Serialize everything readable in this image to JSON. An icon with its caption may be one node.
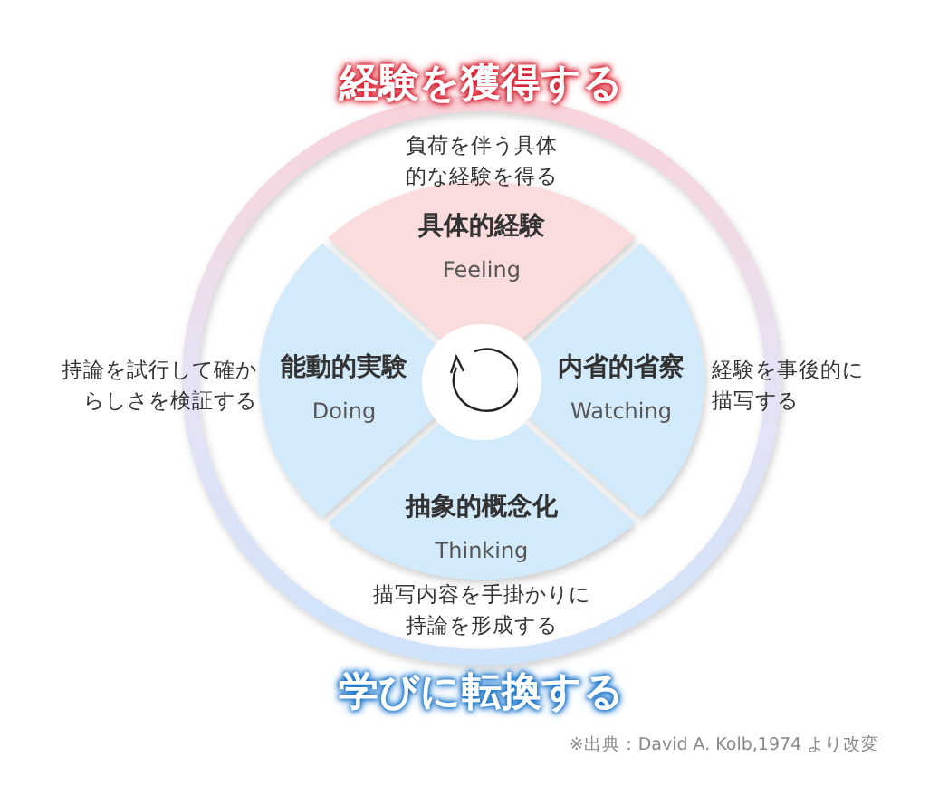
{
  "diagram": {
    "nodes": [
      {
        "text": [
          "具体的経験",
          "Feeling"
        ]
      },
      {
        "text": [
          "能動的実験",
          "Doing"
        ]
      },
      {
        "text": [
          "内省的省察",
          "Watching"
        ]
      },
      {
        "text": [
          "抽象的概念化",
          "Thinking"
        ]
      },
      {
        "text": [],
        "shape": "circle"
      }
    ],
    "labels": [
      "経験を獲得する",
      "負荷を伴う具体的な経験を得る",
      "持論を試行して確からしさを検証する",
      "経験を事後的に描写する",
      "描写内容を手掛かりに持論を形成する",
      "学びに転換する",
      "※出典：David A. Kolb,1974 より改変"
    ]
  }
}
